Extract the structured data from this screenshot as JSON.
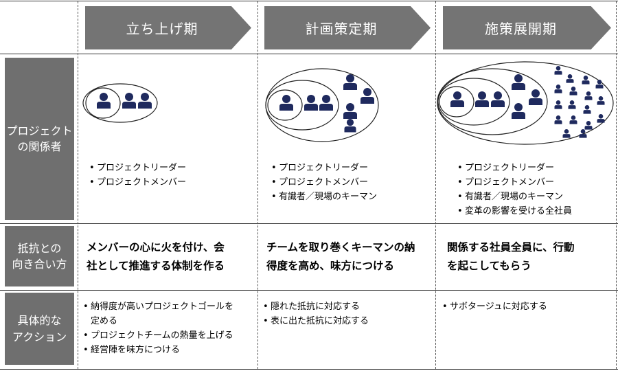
{
  "phases": [
    "立ち上げ期",
    "計画策定期",
    "施策展開期"
  ],
  "rows": {
    "stakeholders": {
      "label": "プロジェクト\nの関係者",
      "columns": [
        [
          "プロジェクトリーダー",
          "プロジェクトメンバー"
        ],
        [
          "プロジェクトリーダー",
          "プロジェクトメンバー",
          "有識者／現場のキーマン"
        ],
        [
          "プロジェクトリーダー",
          "プロジェクトメンバー",
          "有識者／現場のキーマン",
          "変革の影響を受ける全社員"
        ]
      ]
    },
    "resistance": {
      "label": "抵抗との\n向き合い方",
      "columns": [
        "メンバーの心に火を付け、会\n社として推進する体制を作る",
        "チームを取り巻くキーマンの納\n得度を高め、味方につける",
        "関係する社員全員に、行動\nを起こしてもらう"
      ]
    },
    "actions": {
      "label": "具体的な\nアクション",
      "columns": [
        [
          "納得度が高いプロジェクトゴールを\n定める",
          "プロジェクトチームの熱量を上げる",
          "経営陣を味方につける"
        ],
        [
          "隠れた抵抗に対応する",
          "表に出た抵抗に対応する"
        ],
        [
          "サボタージュに対応する"
        ]
      ]
    }
  },
  "colors": {
    "phase_fill": "#747474",
    "label_fill": "#6f6f6f",
    "person": "#1f2a5e"
  },
  "icons": [
    "person-icon",
    "group-ellipse"
  ]
}
